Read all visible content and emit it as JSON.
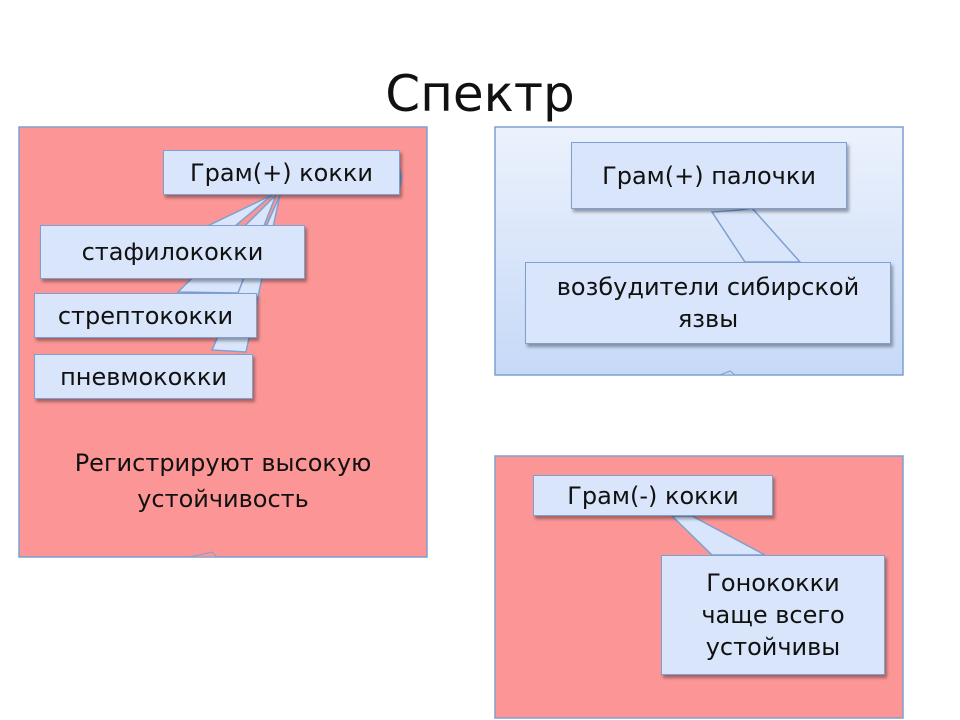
{
  "title": "Спектр",
  "colors": {
    "panel_red": "#fc9696",
    "panel_blue": "#d6e4fb",
    "box_fill": "#d8e5fa",
    "box_border": "#7f9fd0",
    "callout_stroke": "#7f9fd0"
  },
  "panel_gram_positive_cocci": {
    "header": "Грам(+) кокки",
    "items": [
      "стафилококки",
      "стрептококки",
      "пневмококки"
    ],
    "note": "Регистрируют высокую\nустойчивость"
  },
  "panel_gram_positive_rods": {
    "header": "Грам(+) палочки",
    "items": [
      "возбудители сибирской\nязвы"
    ]
  },
  "panel_gram_negative_cocci": {
    "header": "Грам(-) кокки",
    "items": [
      "Гонококки\nчаще всего\nустойчивы"
    ]
  }
}
